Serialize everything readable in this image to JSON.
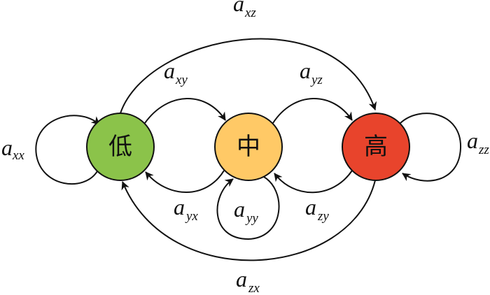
{
  "diagram": {
    "type": "state-transition",
    "nodes": [
      {
        "id": "x",
        "label": "低",
        "meaning": "low",
        "color": "#8BC34A"
      },
      {
        "id": "y",
        "label": "中",
        "meaning": "medium",
        "color": "#FFC966"
      },
      {
        "id": "z",
        "label": "高",
        "meaning": "high",
        "color": "#E8442C"
      }
    ],
    "edges": [
      {
        "id": "xx",
        "from": "x",
        "to": "x",
        "label_base": "a",
        "label_sub": "xx"
      },
      {
        "id": "xy",
        "from": "x",
        "to": "y",
        "label_base": "a",
        "label_sub": "xy"
      },
      {
        "id": "yz",
        "from": "y",
        "to": "z",
        "label_base": "a",
        "label_sub": "yz"
      },
      {
        "id": "xz",
        "from": "x",
        "to": "z",
        "label_base": "a",
        "label_sub": "xz"
      },
      {
        "id": "zz",
        "from": "z",
        "to": "z",
        "label_base": "a",
        "label_sub": "zz"
      },
      {
        "id": "yx",
        "from": "y",
        "to": "x",
        "label_base": "a",
        "label_sub": "yx"
      },
      {
        "id": "yy",
        "from": "y",
        "to": "y",
        "label_base": "a",
        "label_sub": "yy"
      },
      {
        "id": "zy",
        "from": "z",
        "to": "y",
        "label_base": "a",
        "label_sub": "zy"
      },
      {
        "id": "zx",
        "from": "z",
        "to": "x",
        "label_base": "a",
        "label_sub": "zx"
      }
    ]
  }
}
